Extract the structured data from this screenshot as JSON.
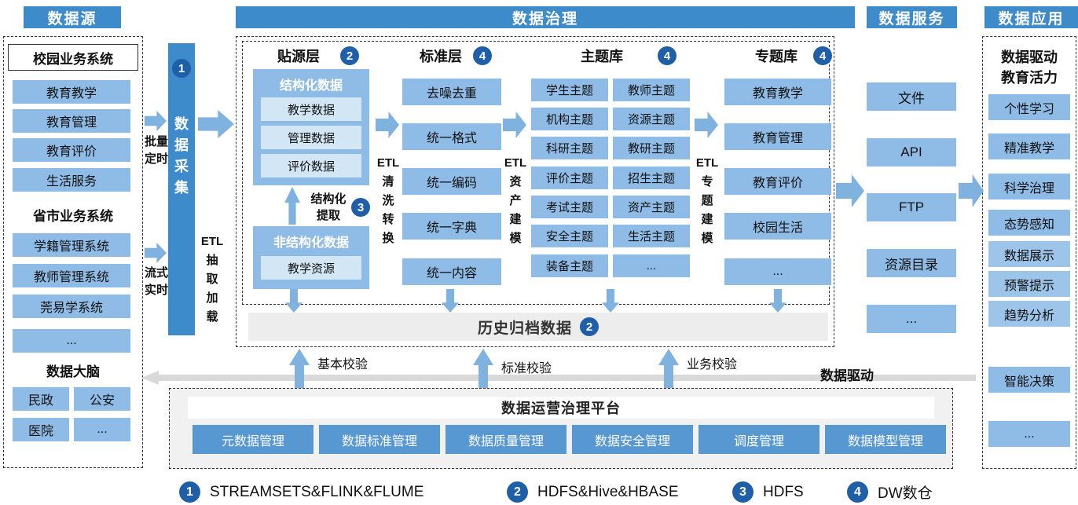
{
  "colors": {
    "header": "#3d8bca",
    "box": "#8fbce6",
    "box-light": "#d2e6f6",
    "badge": "#1f5fa8",
    "arrow": "#7fb2df",
    "arrow-gray": "#d9d9d9",
    "btn": "#5797d2",
    "archive-bg": "#ededed",
    "platform-bg": "#f1f1f1"
  },
  "headers": {
    "source": "数据源",
    "governance": "数据治理",
    "service": "数据服务",
    "application": "数据应用"
  },
  "source": {
    "campus": {
      "title": "校园业务系统",
      "items": [
        "教育教学",
        "教育管理",
        "教育评价",
        "生活服务"
      ]
    },
    "provincial": {
      "title": "省市业务系统",
      "items": [
        "学籍管理系统",
        "教师管理系统",
        "莞易学系统",
        "..."
      ]
    },
    "brain": {
      "title": "数据大脑",
      "items": [
        "民政",
        "公安",
        "医院",
        "..."
      ]
    }
  },
  "collection": {
    "label": "数据采集",
    "badge": "1",
    "batch_lines": [
      "批量",
      "定时"
    ],
    "stream_lines": [
      "流式",
      "实时"
    ],
    "etl_lines": [
      "ETL",
      "抽",
      "取",
      "加",
      "载"
    ]
  },
  "governance": {
    "source_layer": {
      "title": "贴源层",
      "badge": "2",
      "structured": {
        "title": "结构化数据",
        "items": [
          "教学数据",
          "管理数据",
          "评价数据"
        ]
      },
      "extract": {
        "lines": [
          "结构化",
          "提取"
        ],
        "badge": "3"
      },
      "unstructured": {
        "title": "非结构化数据",
        "items": [
          "教学资源"
        ]
      }
    },
    "standard_layer": {
      "title": "标准层",
      "badge": "4",
      "items": [
        "去噪去重",
        "统一格式",
        "统一编码",
        "统一字典",
        "统一内容"
      ]
    },
    "theme_layer": {
      "title": "主题库",
      "badge": "4",
      "left": [
        "学生主题",
        "机构主题",
        "科研主题",
        "评价主题",
        "考试主题",
        "安全主题",
        "装备主题"
      ],
      "right": [
        "教师主题",
        "资源主题",
        "教研主题",
        "招生主题",
        "资产主题",
        "生活主题",
        "..."
      ]
    },
    "special_layer": {
      "title": "专题库",
      "badge": "4",
      "items": [
        "教育教学",
        "教育管理",
        "教育评价",
        "校园生活",
        "..."
      ]
    },
    "etl_clean": [
      "ETL",
      "清",
      "洗",
      "转",
      "换"
    ],
    "etl_asset": [
      "ETL",
      "资",
      "产",
      "建",
      "模"
    ],
    "etl_special": [
      "ETL",
      "专",
      "题",
      "建",
      "模"
    ],
    "archive": {
      "label": "历史归档数据",
      "badge": "2"
    }
  },
  "checks": [
    "基本校验",
    "标准校验",
    "业务校验"
  ],
  "drive_label": "数据驱动",
  "platform": {
    "title": "数据运营治理平台",
    "items": [
      "元数据管理",
      "数据标准管理",
      "数据质量管理",
      "数据安全管理",
      "调度管理",
      "数据模型管理"
    ]
  },
  "service": {
    "items": [
      "文件",
      "API",
      "FTP",
      "资源目录",
      "..."
    ]
  },
  "application": {
    "title_lines": [
      "数据驱动",
      "教育活力"
    ],
    "items": [
      "个性学习",
      "精准教学",
      "科学治理"
    ],
    "group": [
      "态势感知",
      "数据展示",
      "预警提示",
      "趋势分析"
    ],
    "items2": [
      "智能决策",
      "..."
    ]
  },
  "legend": {
    "items": [
      {
        "num": "1",
        "label": "STREAMSETS&FLINK&FLUME"
      },
      {
        "num": "2",
        "label": "HDFS&Hive&HBASE"
      },
      {
        "num": "3",
        "label": "HDFS"
      },
      {
        "num": "4",
        "label": "DW数仓"
      }
    ]
  }
}
